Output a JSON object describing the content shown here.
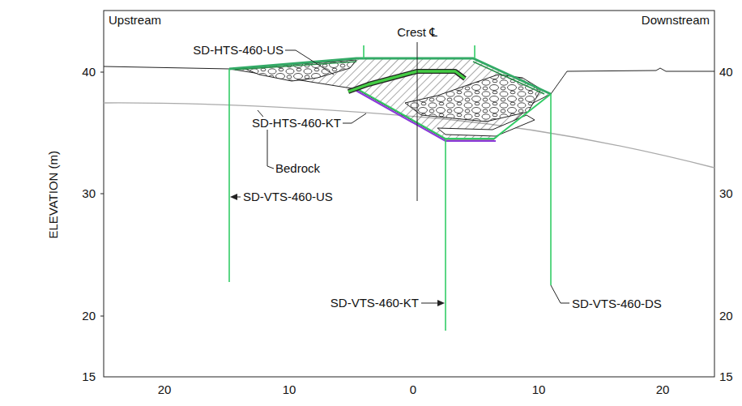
{
  "diagram": {
    "labels": [
      "Upstream",
      "Downstream",
      "Crest ℄",
      "SD-HTS-460-US",
      "SD-HTS-460-KT",
      "Bedrock",
      "SD-VTS-460-US",
      "SD-VTS-460-KT",
      "SD-VTS-460-DS",
      "ELEVATION (m)",
      "40",
      "30",
      "20",
      "15",
      "40",
      "30",
      "20",
      "15",
      "20",
      "10",
      "0",
      "10",
      "20"
    ]
  }
}
